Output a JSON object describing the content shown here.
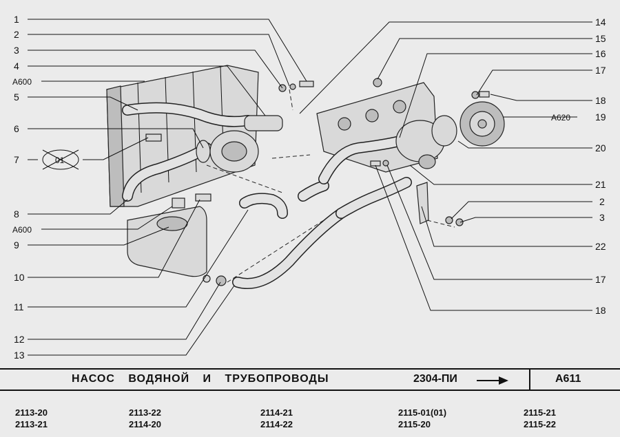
{
  "callouts_left": [
    "1",
    "2",
    "3",
    "4",
    "A600",
    "5",
    "6",
    "7",
    "8",
    "A600",
    "9",
    "10",
    "11",
    "12",
    "13"
  ],
  "callouts_right": [
    "14",
    "15",
    "16",
    "17",
    "18",
    "A620",
    "19",
    "20",
    "21",
    "2",
    "3",
    "22",
    "17",
    "18"
  ],
  "crossed_marker": "01",
  "title": {
    "name": "НАСОС ВОДЯНОЙ И ТРУБОПРОВОДЫ",
    "code": "2304-ПИ",
    "sheet": "А611"
  },
  "models": [
    [
      "2113-20",
      "2113-21"
    ],
    [
      "2113-22",
      "2114-20"
    ],
    [
      "2114-21",
      "2114-22"
    ],
    [
      "2115-01(01)",
      "2115-20"
    ],
    [
      "2115-21",
      "2115-22"
    ]
  ]
}
